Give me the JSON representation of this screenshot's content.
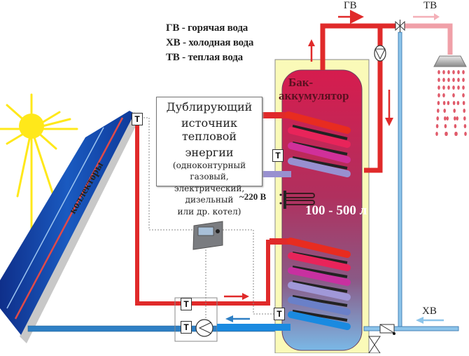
{
  "legend": {
    "lines": [
      "ГВ - горячая вода",
      "ХВ - холодная вода",
      "ТВ - теплая вода"
    ]
  },
  "backup_source": {
    "title_lines": [
      "Дублирующий",
      "источник тепловой",
      "энергии"
    ],
    "detail_lines": [
      "(одноконтурный газовый,",
      "электрический, дизельный",
      "или др. котел)"
    ]
  },
  "tank": {
    "label_lines": [
      "Бак-",
      "аккумулятор"
    ],
    "volume": "100 - 500 л"
  },
  "heater": {
    "voltage": "~220 В"
  },
  "collector": {
    "label": "коллекторы"
  },
  "flows": {
    "hot": "ГВ",
    "warm": "ТВ",
    "cold": "ХВ"
  },
  "sensor_symbol": "Т",
  "colors": {
    "hot_pipe": "#e02a2a",
    "warm_pipe": "#f0a0a8",
    "cold_pipe": "#2e7fc4",
    "cold_light": "#8cc4ea",
    "tank_outer": "#fafab8",
    "tank_inner_top": "#d8204e",
    "tank_inner_bottom": "#7a8ac4",
    "collector": "#1a4aa8",
    "sun": "#ffe81a"
  }
}
